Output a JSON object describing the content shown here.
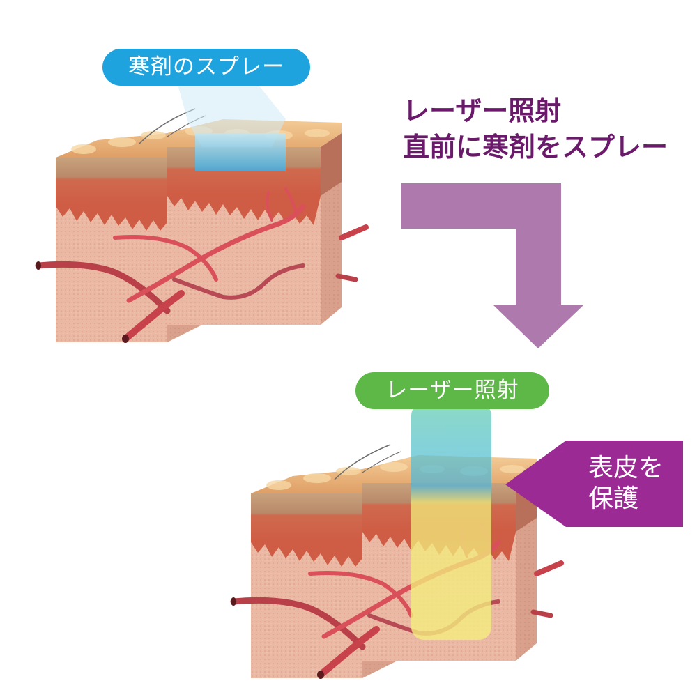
{
  "panels": {
    "before": {
      "label": "寒剤のスプレー",
      "label_color": "#1ea3de",
      "border_color": "#a39e9e",
      "illustration": "skin-cross-section-with-blood-vessels-and-cold-spray"
    },
    "after": {
      "label": "レーザー照射",
      "label_color": "#5db847",
      "border_color": "#4a4a4a",
      "illustration": "skin-cross-section-with-laser-beam"
    }
  },
  "caption": {
    "line1": "レーザー照射",
    "line2": "直前に寒剤をスプレー",
    "color": "#6b1a6b"
  },
  "flow_arrow": {
    "color": "#ae7aad",
    "direction": "right-then-down"
  },
  "callout": {
    "line1": "表皮を",
    "line2": "保護",
    "color": "#9c2a95"
  },
  "colors": {
    "skin": "#eab49f",
    "epidermis_top": "#e9b27a",
    "dermis_band": "#c8553f",
    "vessel": "#d9505a",
    "spray_blue": "#5cc3ea",
    "laser_yellow": "#f2ea7a",
    "laser_green": "#8fd6b0"
  }
}
